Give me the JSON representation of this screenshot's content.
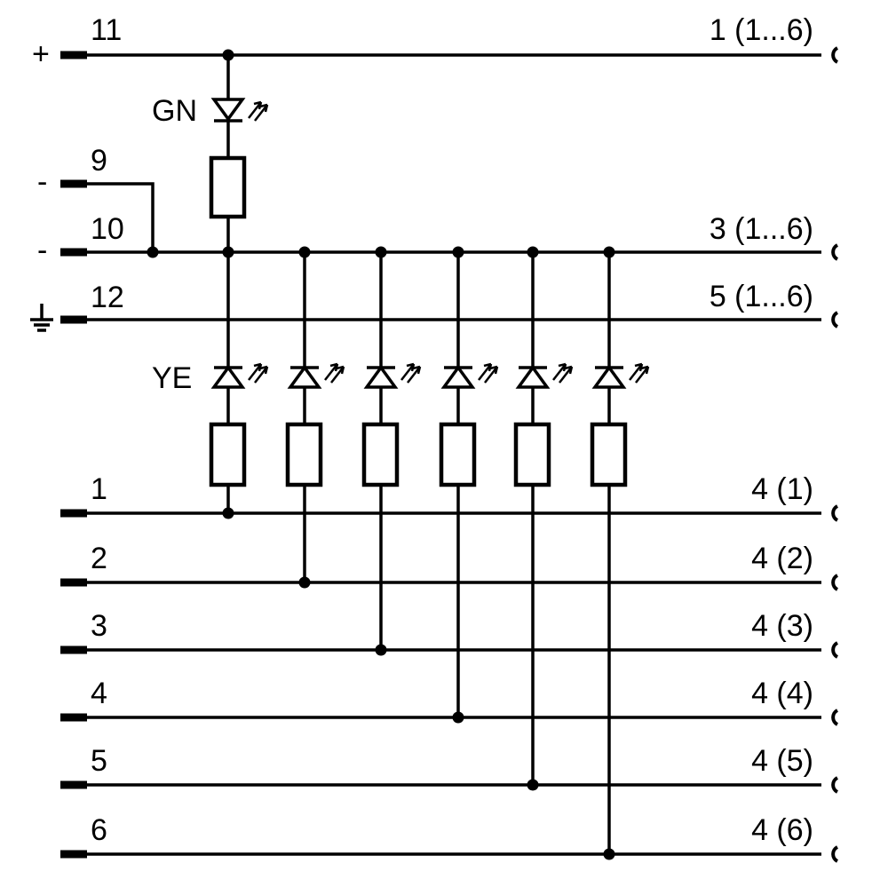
{
  "power": {
    "plus_sign": "+",
    "pin_11": "11",
    "minus_sign_9": "-",
    "pin_9": "9",
    "minus_sign_10": "-",
    "pin_10": "10",
    "pin_12": "12"
  },
  "leds": {
    "green_label": "GN",
    "yellow_label": "YE"
  },
  "inputs": [
    "1",
    "2",
    "3",
    "4",
    "5",
    "6"
  ],
  "outputs": {
    "bus_1": "1 (1...6)",
    "bus_3": "3 (1...6)",
    "bus_5": "5 (1...6)",
    "pin4": [
      "4 (1)",
      "4 (2)",
      "4 (3)",
      "4 (4)",
      "4 (5)",
      "4 (6)"
    ]
  }
}
